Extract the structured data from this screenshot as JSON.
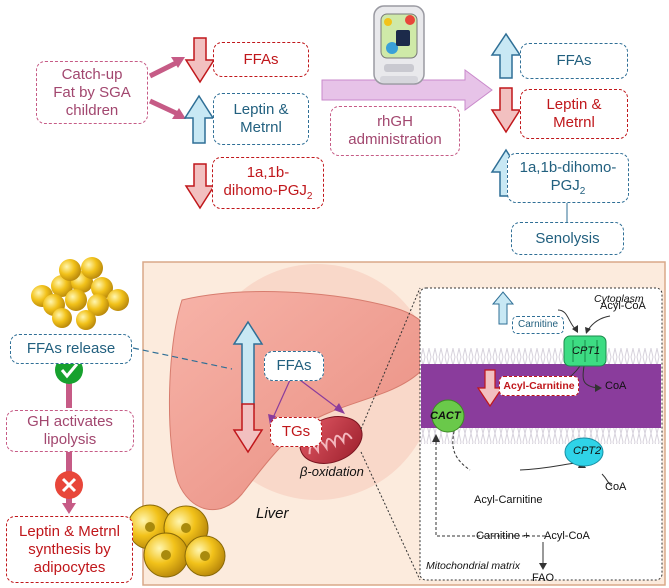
{
  "top": {
    "source": "Catch-up\nFat by SGA\nchildren",
    "left_ffas": "FFAs",
    "left_leptin": "Leptin &\nMetrnl",
    "left_dihomo": "1a,1b-\ndihomo-PGJ",
    "sub2": "2",
    "rhgh": "rhGH\nadministration",
    "right_ffas": "FFAs",
    "right_leptin": "Leptin &\nMetrnl",
    "right_dihomo": "1a,1b-dihomo-\nPGJ",
    "senolysis": "Senolysis"
  },
  "bottom": {
    "ffas_release": "FFAs release",
    "gh_lipolysis": "GH activates\nlipolysis",
    "leptin_synthesis": "Leptin & Metrnl\nsynthesis by\nadipocytes",
    "liver_ffas": "FFAs",
    "liver_tgs": "TGs",
    "beta_oxidation": "β-oxidation",
    "liver": "Liver",
    "cytoplasm": "Cytoplasm",
    "carnitine": "Carnitine",
    "acyl_coa_top": "Acyl-CoA",
    "cpt1": "CPT1",
    "coa_top": "CoA",
    "acyl_carnitine_box": "Acyl-Carnitine",
    "cact": "CACT",
    "cpt2": "CPT2",
    "coa_bottom": "CoA",
    "acyl_carnitine": "Acyl-Carnitine",
    "carnitine_plus": "Carnitine +",
    "acyl_coa_bottom": "Acyl-CoA",
    "fao": "FAO",
    "mito_matrix": "Mitochondrial matrix"
  },
  "colors": {
    "red_arrow": "#f2c0c0",
    "blue_arrow": "#c8e8f4",
    "membrane": "#8a3c9c",
    "panel": "#fcebdd",
    "check": "#17a12e",
    "cross": "#e8463a"
  }
}
